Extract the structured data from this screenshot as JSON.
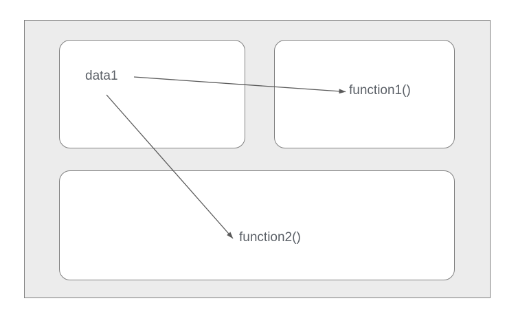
{
  "diagram": {
    "type": "block-diagram",
    "background_color": "#ffffff",
    "container": {
      "name": "outer-container",
      "fill_color": "#ececec",
      "stroke_color": "#7f7f7f"
    },
    "boxes": [
      {
        "id": "top-left",
        "label": "",
        "fill_color": "#ffffff",
        "stroke_color": "#808080",
        "corner_radius": 16
      },
      {
        "id": "top-right",
        "label": "",
        "fill_color": "#ffffff",
        "stroke_color": "#808080",
        "corner_radius": 16
      },
      {
        "id": "bottom",
        "label": "",
        "fill_color": "#ffffff",
        "stroke_color": "#808080",
        "corner_radius": 16
      }
    ],
    "nodes": {
      "data1": "data1",
      "function1": "function1()",
      "function2": "function2()"
    },
    "edges": [
      {
        "id": "data1-to-function1",
        "from": "data1",
        "to": "function1",
        "arrowhead": "filled-triangle",
        "stroke_color": "#5a5a5a"
      },
      {
        "id": "data1-to-function2",
        "from": "data1",
        "to": "function2",
        "arrowhead": "filled-triangle",
        "stroke_color": "#5a5a5a"
      }
    ],
    "text_color": "#5a5f66",
    "edge_color": "#5a5a5a"
  }
}
